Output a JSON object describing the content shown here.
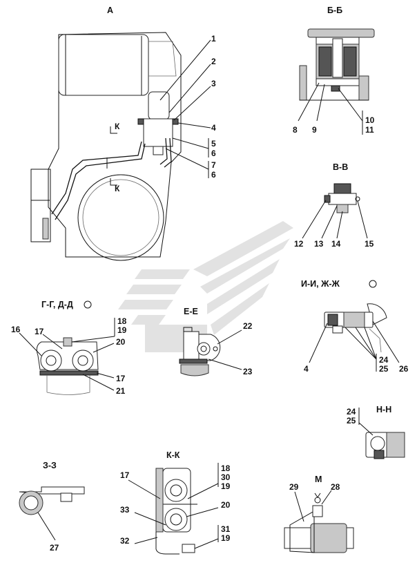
{
  "views": {
    "a": "А",
    "bb": "Б-Б",
    "vv": "В-В",
    "gg_dd": "Г-Г, Д-Д",
    "ee": "Е-Е",
    "ii_zhzh": "И-И, Ж-Ж",
    "nn": "Н-Н",
    "zz": "З-З",
    "kk": "К-К",
    "m": "М"
  },
  "section_marks": {
    "k_top": "К",
    "k_bottom": "К"
  },
  "callouts": {
    "c1": "1",
    "c2": "2",
    "c3": "3",
    "c4": "4",
    "c5": "5",
    "c6a": "6",
    "c7": "7",
    "c6b": "6",
    "c8": "8",
    "c9": "9",
    "c10": "10",
    "c11": "11",
    "c12": "12",
    "c13": "13",
    "c14": "14",
    "c15": "15",
    "c16": "16",
    "c17a": "17",
    "c18": "18",
    "c19": "19",
    "c20": "20",
    "c17b": "17",
    "c21": "21",
    "c22": "22",
    "c23": "23",
    "c4b": "4",
    "c24": "24",
    "c25": "25",
    "c26": "26",
    "c24b": "24",
    "c25b": "25",
    "c27": "27",
    "c17k": "17",
    "c18k": "18",
    "c30k": "30",
    "c19k": "19",
    "c20k": "20",
    "c33k": "33",
    "c32k": "32",
    "c31k": "31",
    "c19k2": "19",
    "c29": "29",
    "c28": "28"
  },
  "icons": {
    "view_marker": "circle-outline-icon",
    "watermark": "stylized-logo-watermark"
  }
}
